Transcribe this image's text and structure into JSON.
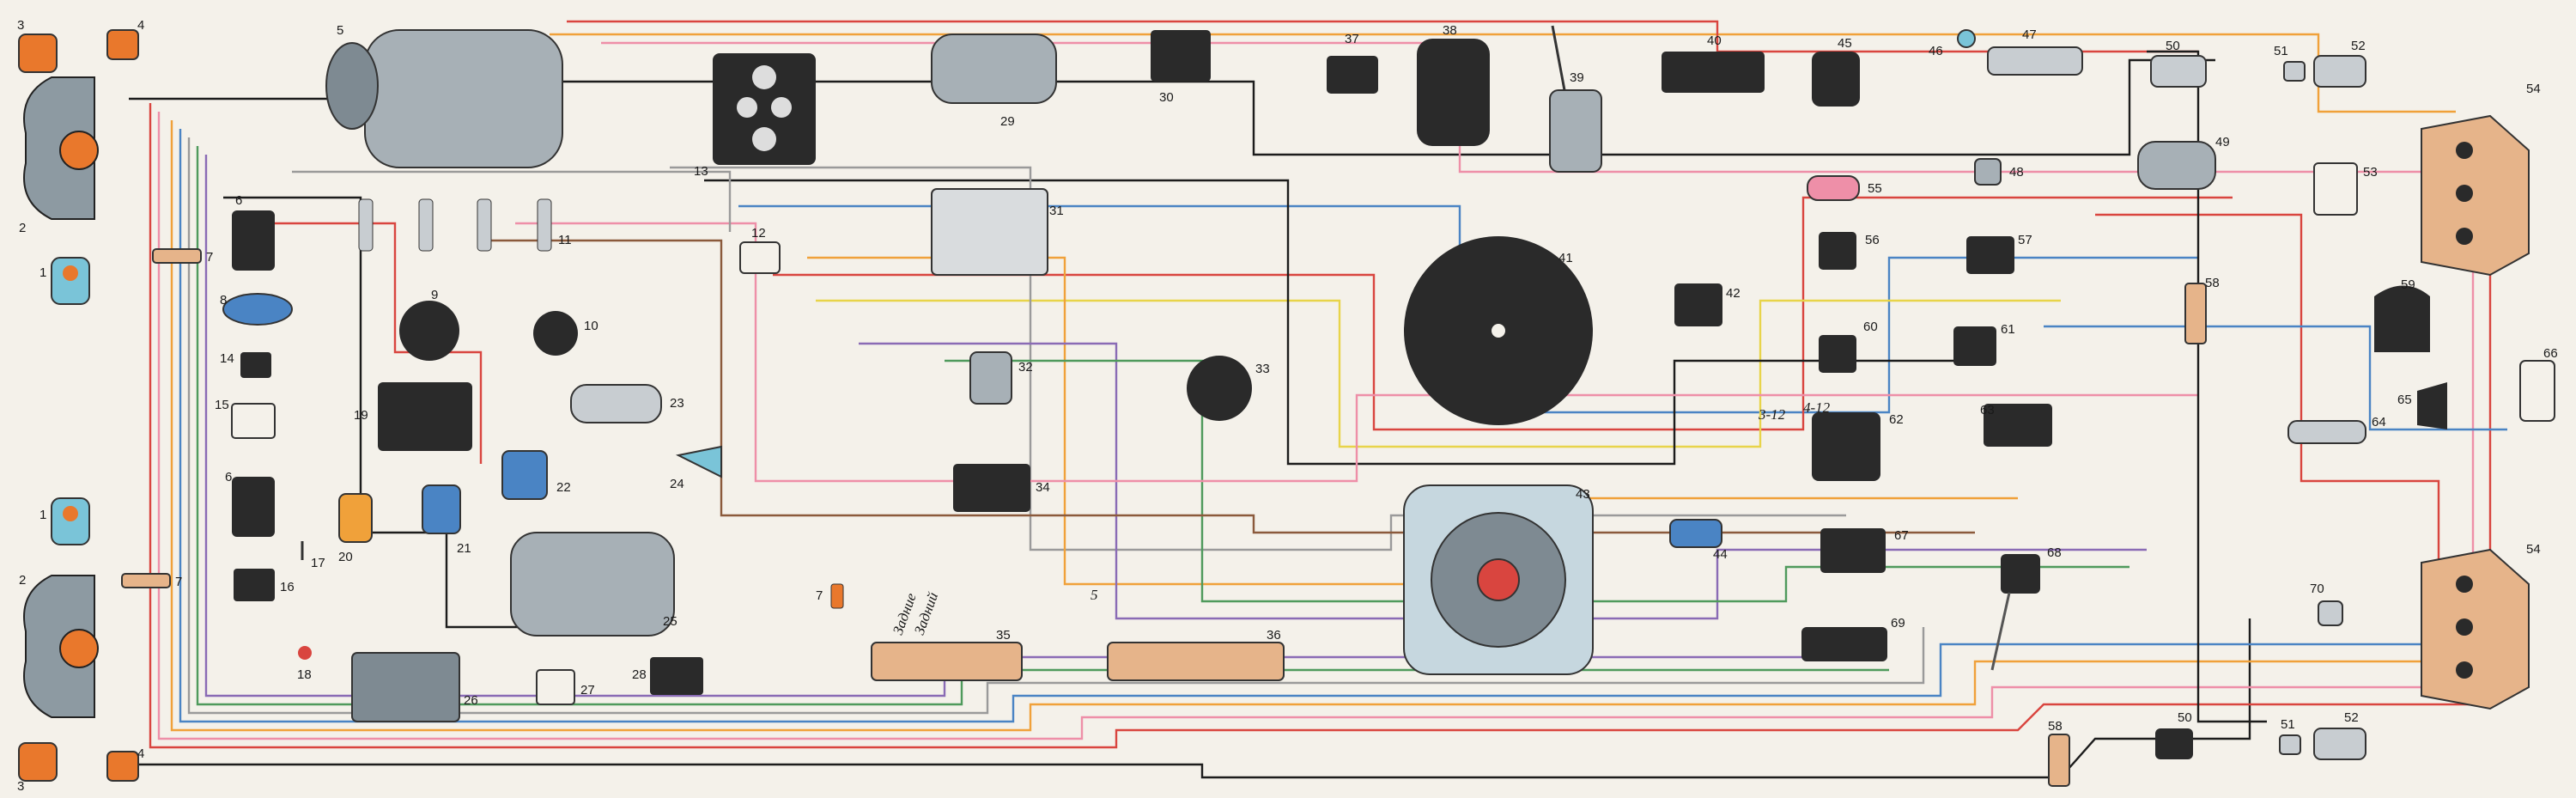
{
  "colors": {
    "background": "#f4f1ea",
    "wire_black": "#1c1c1c",
    "wire_red": "#d9453f",
    "wire_pink": "#ee8fa8",
    "wire_orange": "#f0a13a",
    "wire_yellow": "#e8d44a",
    "wire_blue": "#4a84c4",
    "wire_green": "#4f9a5c",
    "wire_grey": "#9a9a9a",
    "wire_violet": "#8a6bb5",
    "wire_brown": "#8b5a3c",
    "component_grey": "#7e8a92",
    "component_dark": "#2a2a2a",
    "lamp_orange": "#e9782c",
    "lamp_blue": "#7ac4d8",
    "terminal_bar": "#e6b48a"
  },
  "numbers": {
    "n1": "1",
    "n2": "2",
    "n3": "3",
    "n4": "4",
    "n5": "5",
    "n6": "6",
    "n7": "7",
    "n8": "8",
    "n9": "9",
    "n10": "10",
    "n11": "11",
    "n12": "12",
    "n13": "13",
    "n14": "14",
    "n15": "15",
    "n16": "16",
    "n17": "17",
    "n18": "18",
    "n19": "19",
    "n20": "20",
    "n21": "21",
    "n22": "22",
    "n23": "23",
    "n24": "24",
    "n25": "25",
    "n26": "26",
    "n27": "27",
    "n28": "28",
    "n29": "29",
    "n30": "30",
    "n31": "31",
    "n32": "32",
    "n33": "33",
    "n34": "34",
    "n35": "35",
    "n36": "36",
    "n37": "37",
    "n38": "38",
    "n39": "39",
    "n40": "40",
    "n41": "41",
    "n42": "42",
    "n43": "43",
    "n44": "44",
    "n45": "45",
    "n46": "46",
    "n47": "47",
    "n48": "48",
    "n49": "49",
    "n50": "50",
    "n51": "51",
    "n52": "52",
    "n53": "53",
    "n54": "54",
    "n55": "55",
    "n56": "56",
    "n57": "57",
    "n58": "58",
    "n59": "59",
    "n60": "60",
    "n61": "61",
    "n62": "62",
    "n63": "63",
    "n64": "64",
    "n65": "65",
    "n66": "66",
    "n67": "67",
    "n68": "68",
    "n69": "69",
    "n70": "70"
  },
  "handwritten": {
    "fuse_block_note_1": "Задние",
    "fuse_block_note_2": "Задний",
    "fuse_block_note_3": "5",
    "switch_note_1": "3-12",
    "switch_note_2": "4-12"
  }
}
